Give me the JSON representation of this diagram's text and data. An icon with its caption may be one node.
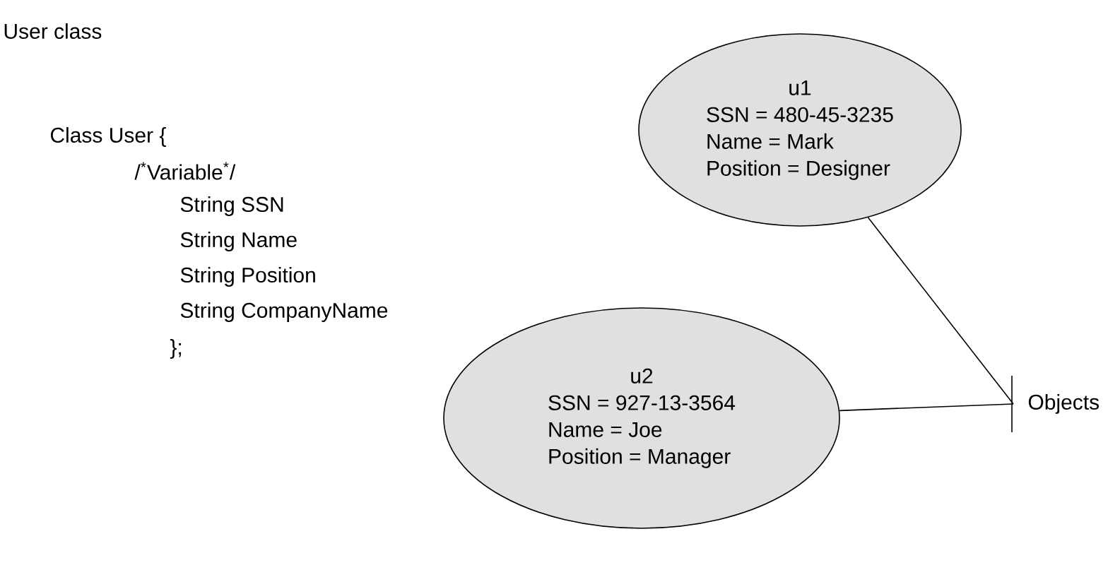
{
  "diagram": {
    "nodes": [
      {
        "text": [
          "u1",
          "SSN = 480-45-3235",
          "Name = Mark",
          "Position = Designer"
        ]
      },
      {
        "text": [
          "u2",
          "SSN = 927-13-3564",
          "Name = Joe",
          "Position = Manager"
        ]
      },
      {
        "text": [
          "Objects"
        ]
      }
    ],
    "edges": [
      {
        "from": 0,
        "to": 2,
        "arrow": "none"
      },
      {
        "from": 1,
        "to": 2,
        "arrow": "none"
      }
    ],
    "labels": [
      "User class",
      "Class User {",
      "/$^{*}$Variable$^{*}$/",
      "String SSN",
      "String Name",
      "String Position",
      "String CompanyName",
      "};"
    ]
  }
}
